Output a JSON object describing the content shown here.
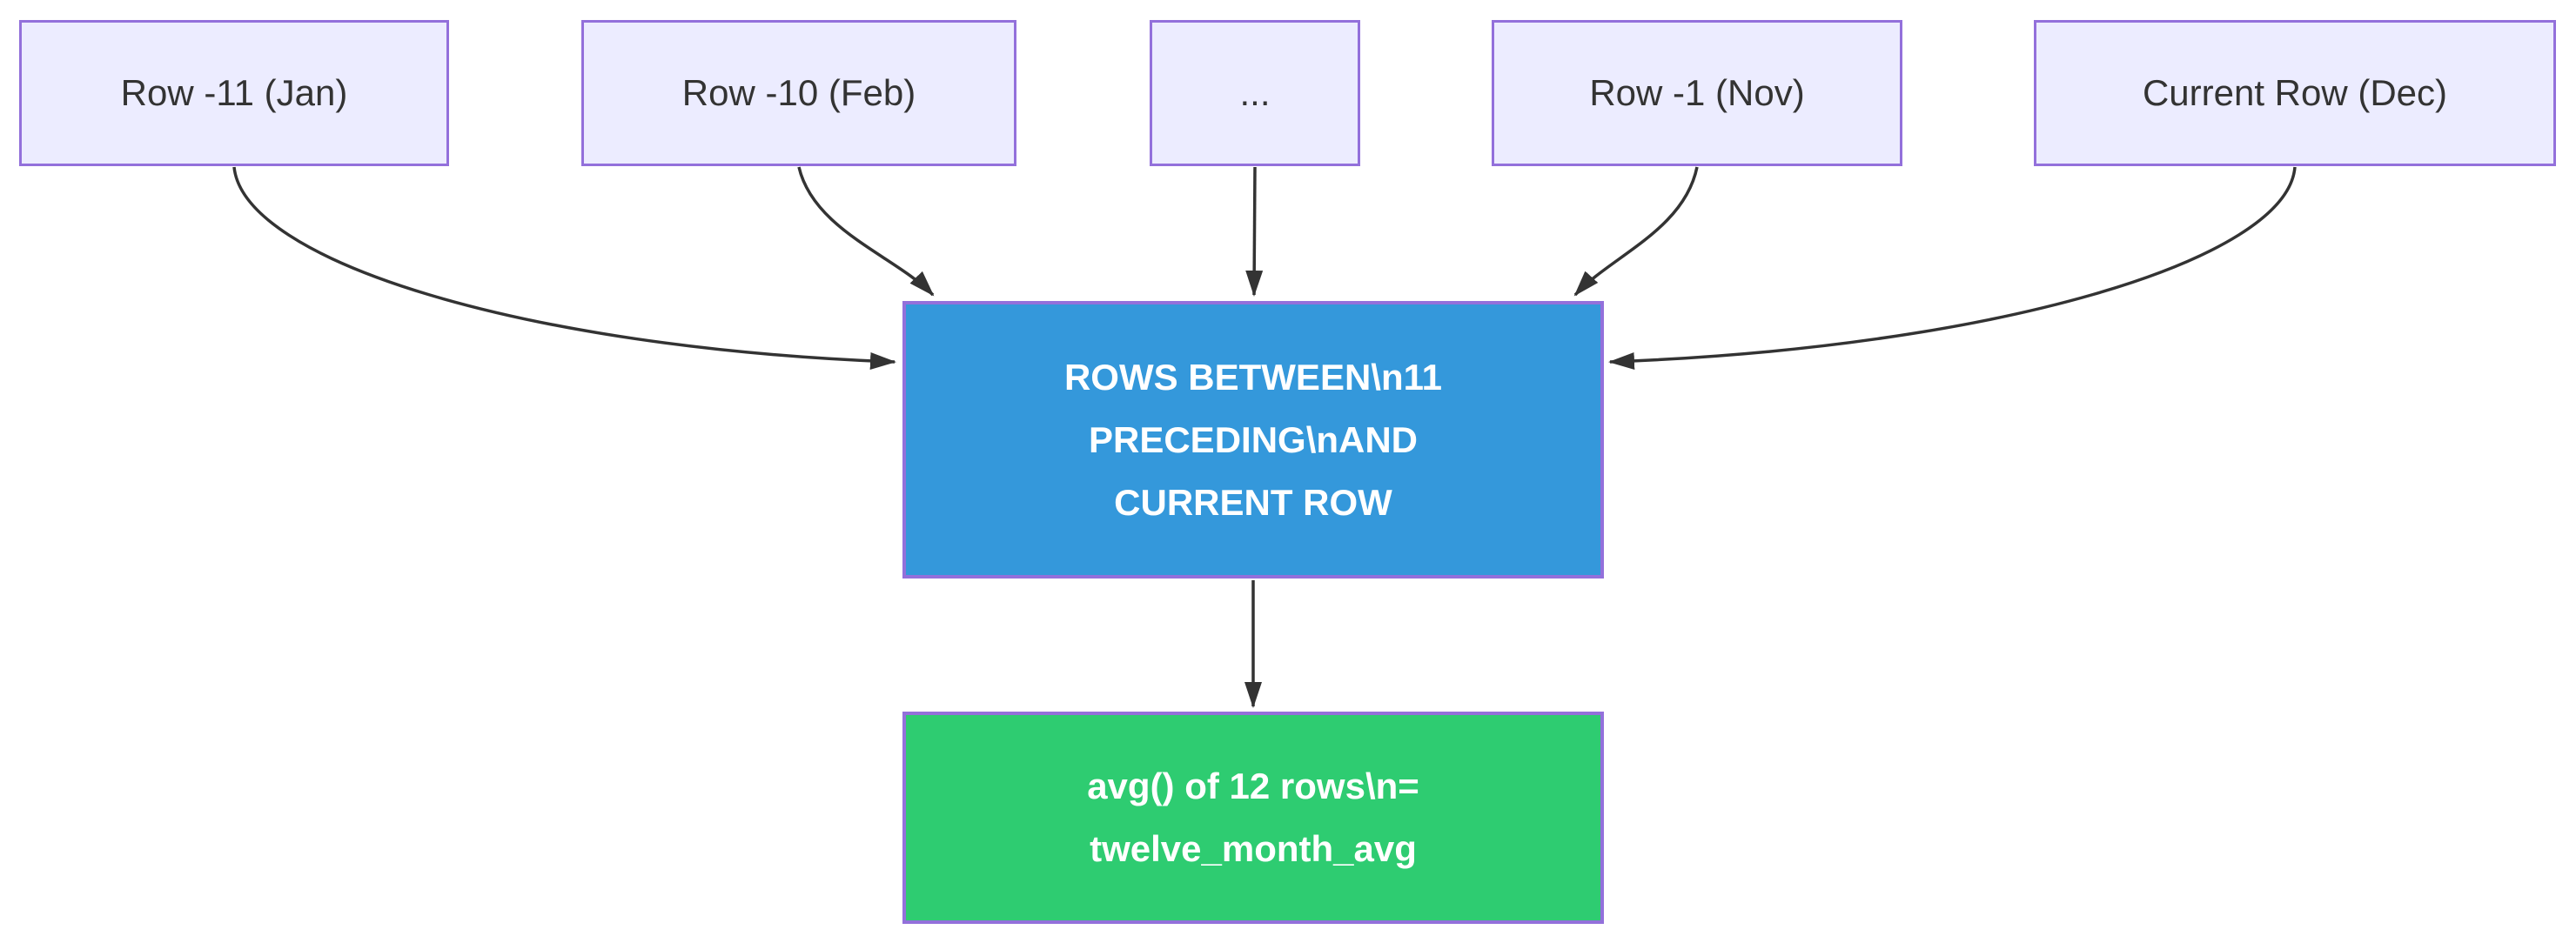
{
  "diagram": {
    "type": "flowchart-top-down",
    "background_color": "#ffffff",
    "source_rows": [
      {
        "id": "row-minus-11",
        "label": "Row -11 (Jan)"
      },
      {
        "id": "row-minus-10",
        "label": "Row -10 (Feb)"
      },
      {
        "id": "row-ellipsis",
        "label": "..."
      },
      {
        "id": "row-minus-1",
        "label": "Row -1 (Nov)"
      },
      {
        "id": "current-row",
        "label": "Current Row (Dec)"
      }
    ],
    "window_frame_node": {
      "lines": [
        "ROWS BETWEEN\\n11",
        "PRECEDING\\nAND",
        "CURRENT ROW"
      ],
      "fill": "#3498db",
      "border": "#9370db",
      "text_color": "#ffffff"
    },
    "result_node": {
      "lines": [
        "avg() of 12 rows\\n=",
        "twelve_month_avg"
      ],
      "fill": "#2ecc71",
      "border": "#9370db",
      "text_color": "#ffffff"
    },
    "source_style": {
      "fill": "#ececff",
      "border": "#9370db",
      "text_color": "#333333"
    },
    "edge_color": "#333333"
  }
}
